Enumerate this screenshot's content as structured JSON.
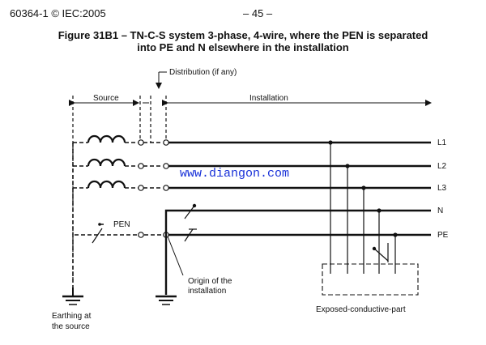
{
  "header": {
    "standard": "60364-1 © IEC:2005",
    "page": "– 45 –"
  },
  "figure": {
    "title_line1": "Figure 31B1 – TN-C-S system 3-phase, 4-wire, where the PEN is separated",
    "title_line2": "into PE and N elsewhere in the installation"
  },
  "labels": {
    "distribution": "Distribution (if any)",
    "source": "Source",
    "installation": "Installation",
    "pen": "PEN",
    "l1": "L1",
    "l2": "L2",
    "l3": "L3",
    "n": "N",
    "pe": "PE",
    "origin_line1": "Origin of the",
    "origin_line2": "installation",
    "earthing_line1": "Earthing at",
    "earthing_line2": "the source",
    "exposed": "Exposed-conductive-part"
  },
  "watermark": "www.diangon.com"
}
